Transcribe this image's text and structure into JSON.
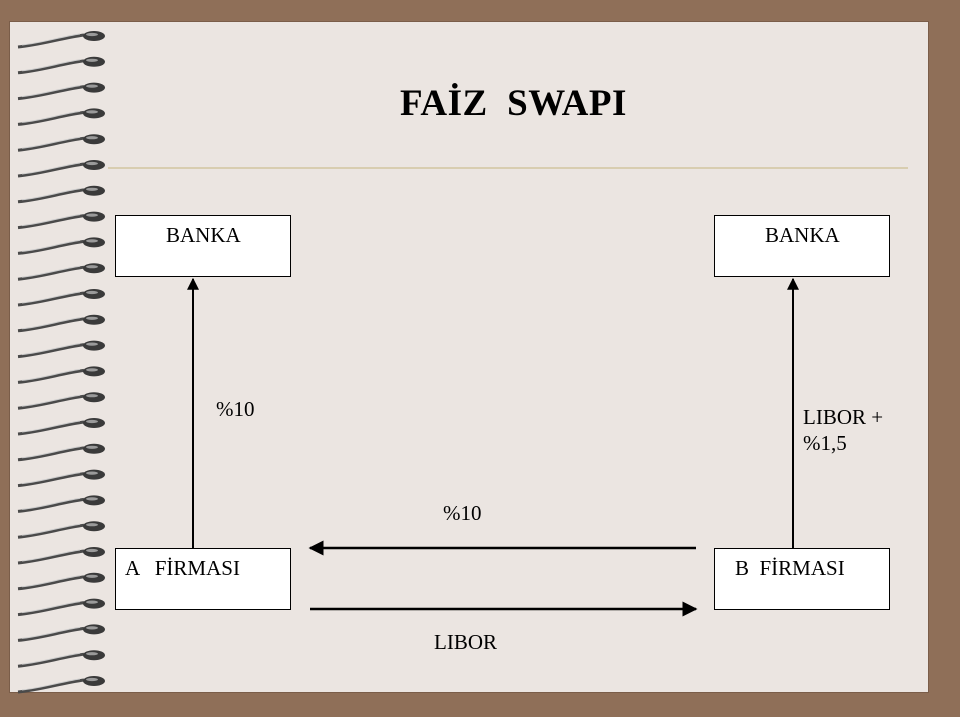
{
  "title": "FAİZ  SWAPI",
  "boxes": {
    "bank_left": "BANKA",
    "bank_right": "BANKA",
    "firm_a": "A   FİRMASI",
    "firm_b": "B  FİRMASI"
  },
  "labels": {
    "a_to_bank": "%10",
    "b_to_bank_line1": "LIBOR +",
    "b_to_bank_line2": "%1,5",
    "b_to_a": "%10",
    "a_to_b": "LIBOR"
  }
}
